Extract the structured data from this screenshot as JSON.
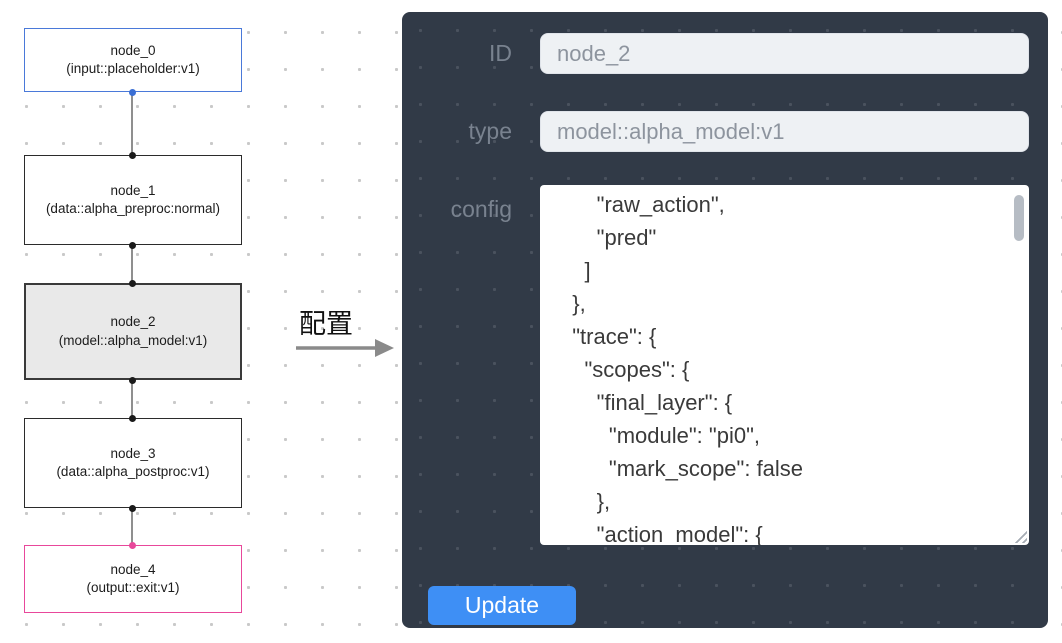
{
  "colors": {
    "panel-bg": "#313a47",
    "label": "#79828f",
    "input-bg": "#eef1f4",
    "input-text": "#8d949e",
    "button-bg": "#3e8ff5",
    "node-border": "#2b2b2b",
    "input-node-border": "#4a79d9",
    "output-node-border": "#e8489b",
    "selected-node-bg": "#e9e9e9",
    "port": "#1b1b1b",
    "port-input": "#3b6fd4",
    "port-output": "#e8489b",
    "edge": "#8f8f8f",
    "arrow": "#8a8a8a",
    "grid-dot": "#c9c9c9",
    "config-text": "#3a3a3a"
  },
  "flow": {
    "nodes": [
      {
        "name": "node_0",
        "subtitle": "(input::placeholder:v1)"
      },
      {
        "name": "node_1",
        "subtitle": "(data::alpha_preproc:normal)"
      },
      {
        "name": "node_2",
        "subtitle": "(model::alpha_model:v1)"
      },
      {
        "name": "node_3",
        "subtitle": "(data::alpha_postproc:v1)"
      },
      {
        "name": "node_4",
        "subtitle": "(output::exit:v1)"
      }
    ]
  },
  "arrow": {
    "label": "配置"
  },
  "panel": {
    "id_label": "ID",
    "id_value": "node_2",
    "type_label": "type",
    "type_value": "model::alpha_model:v1",
    "config_label": "config",
    "config_text": "      \"raw_action\",\n      \"pred\"\n    ]\n  },\n  \"trace\": {\n    \"scopes\": {\n      \"final_layer\": {\n        \"module\": \"pi0\",\n        \"mark_scope\": false\n      },\n      \"action_model\": {",
    "update_label": "Update"
  }
}
